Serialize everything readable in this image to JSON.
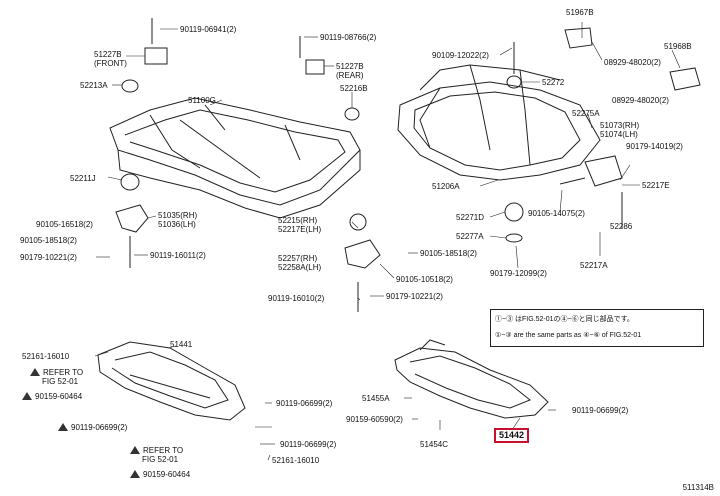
{
  "figure_id": "511314B",
  "note": {
    "line1": "①~③ はFIG.52-01の④~⑥と同じ部品です。",
    "line2": "①~③ are the same parts as ④~⑥ of FIG.52-01"
  },
  "labels": [
    {
      "id": "p1",
      "text": "90119-06941(2)"
    },
    {
      "id": "p2",
      "text": "51227B"
    },
    {
      "id": "p3",
      "text": "(FRONT)"
    },
    {
      "id": "p4",
      "text": "52213A"
    },
    {
      "id": "p5",
      "text": "51100G"
    },
    {
      "id": "p6",
      "text": "90119-08766(2)"
    },
    {
      "id": "p7",
      "text": "51227B"
    },
    {
      "id": "p8",
      "text": "(REAR)"
    },
    {
      "id": "p9",
      "text": "52216B"
    },
    {
      "id": "p10",
      "text": "52211J"
    },
    {
      "id": "p11",
      "text": "90105-16518(2)"
    },
    {
      "id": "p12",
      "text": "51035(RH)"
    },
    {
      "id": "p13",
      "text": "51036(LH)"
    },
    {
      "id": "p14",
      "text": "90105-18518(2)"
    },
    {
      "id": "p15",
      "text": "90179-10221(2)"
    },
    {
      "id": "p16",
      "text": "90119-16011(2)"
    },
    {
      "id": "p17",
      "text": "52215(RH)"
    },
    {
      "id": "p18",
      "text": "52217E(LH)"
    },
    {
      "id": "p19",
      "text": "90105-18518(2)"
    },
    {
      "id": "p20",
      "text": "52257(RH)"
    },
    {
      "id": "p21",
      "text": "52258A(LH)"
    },
    {
      "id": "p22",
      "text": "90105-10518(2)"
    },
    {
      "id": "p23",
      "text": "90119-16010(2)"
    },
    {
      "id": "p24",
      "text": "90179-10221(2)"
    },
    {
      "id": "p25",
      "text": "51967B"
    },
    {
      "id": "p26",
      "text": "90109-12022(2)"
    },
    {
      "id": "p27",
      "text": "51968B"
    },
    {
      "id": "p28",
      "text": "08929-48020(2)"
    },
    {
      "id": "p29",
      "text": "52272"
    },
    {
      "id": "p30",
      "text": "08929-48020(2)"
    },
    {
      "id": "p31",
      "text": "52275A"
    },
    {
      "id": "p32",
      "text": "51073(RH)"
    },
    {
      "id": "p33",
      "text": "51074(LH)"
    },
    {
      "id": "p34",
      "text": "90179-14019(2)"
    },
    {
      "id": "p35",
      "text": "51206A"
    },
    {
      "id": "p36",
      "text": "52217E"
    },
    {
      "id": "p37",
      "text": "52271D"
    },
    {
      "id": "p38",
      "text": "90105-14075(2)"
    },
    {
      "id": "p39",
      "text": "52286"
    },
    {
      "id": "p40",
      "text": "52277A"
    },
    {
      "id": "p41",
      "text": "90179-12099(2)"
    },
    {
      "id": "p42",
      "text": "52217A"
    },
    {
      "id": "p43",
      "text": "52161-16010"
    },
    {
      "id": "p44",
      "text": "51441"
    },
    {
      "id": "p45",
      "text": "REFER TO"
    },
    {
      "id": "p46",
      "text": "FIG 52-01"
    },
    {
      "id": "p47",
      "text": "90159-60464"
    },
    {
      "id": "p48",
      "text": "90119-06699(2)"
    },
    {
      "id": "p49",
      "text": "90119-06699(2)"
    },
    {
      "id": "p50",
      "text": "90119-06699(2)"
    },
    {
      "id": "p51",
      "text": "REFER TO"
    },
    {
      "id": "p52",
      "text": "FIG 52-01"
    },
    {
      "id": "p53",
      "text": "52161-16010"
    },
    {
      "id": "p54",
      "text": "90159-60464"
    },
    {
      "id": "p55",
      "text": "51455A"
    },
    {
      "id": "p56",
      "text": "90159-60590(2)"
    },
    {
      "id": "p57",
      "text": "51454C"
    },
    {
      "id": "p58",
      "text": "51442"
    },
    {
      "id": "p59",
      "text": "90119-06699(2)"
    }
  ]
}
